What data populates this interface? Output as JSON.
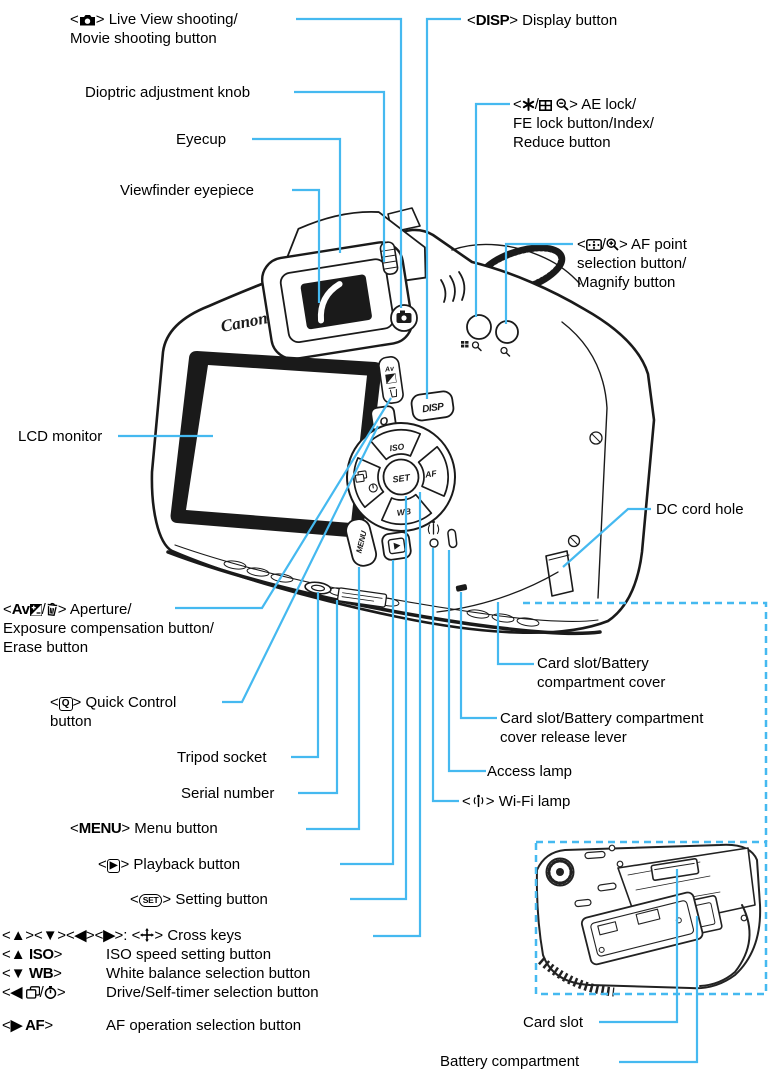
{
  "colors": {
    "leader": "#45b9f0",
    "ink": "#1a1a1a",
    "bg": "#ffffff"
  },
  "camera": {
    "brand": "Canon",
    "buttons": {
      "disp": "DISP",
      "menu": "MENU",
      "iso": "ISO",
      "wb": "WB",
      "af": "AF",
      "set": "SET",
      "q": "Q",
      "av": "Av"
    }
  },
  "labels": [
    {
      "id": "live-view",
      "lines": [
        [
          {
            "t": "<"
          },
          {
            "i": "live-view-icon"
          },
          {
            "t": "> Live View shooting/"
          }
        ],
        [
          {
            "t": "Movie shooting button"
          }
        ]
      ]
    },
    {
      "id": "dioptric",
      "lines": [
        [
          {
            "t": "Dioptric adjustment knob"
          }
        ]
      ]
    },
    {
      "id": "eyecup",
      "lines": [
        [
          {
            "t": "Eyecup"
          }
        ]
      ]
    },
    {
      "id": "viewfinder",
      "lines": [
        [
          {
            "t": "Viewfinder eyepiece"
          }
        ]
      ]
    },
    {
      "id": "disp",
      "lines": [
        [
          {
            "t": "<"
          },
          {
            "k": "DISP"
          },
          {
            "t": "> Display button"
          }
        ]
      ]
    },
    {
      "id": "ae-lock",
      "lines": [
        [
          {
            "t": "<"
          },
          {
            "i": "ae-lock-star-icon"
          },
          {
            "t": "/"
          },
          {
            "i": "index-icon"
          },
          {
            "t": " "
          },
          {
            "i": "reduce-icon"
          },
          {
            "t": "> AE lock/"
          }
        ],
        [
          {
            "t": "FE lock button/Index/"
          }
        ],
        [
          {
            "t": "Reduce button"
          }
        ]
      ]
    },
    {
      "id": "af-point",
      "lines": [
        [
          {
            "t": "<"
          },
          {
            "i": "af-point-icon"
          },
          {
            "t": "/"
          },
          {
            "i": "magnify-icon"
          },
          {
            "t": "> AF point"
          }
        ],
        [
          {
            "t": "selection button/"
          }
        ],
        [
          {
            "t": "Magnify button"
          }
        ]
      ]
    },
    {
      "id": "lcd",
      "lines": [
        [
          {
            "t": "LCD monitor"
          }
        ]
      ]
    },
    {
      "id": "dc-cord",
      "lines": [
        [
          {
            "t": "DC cord hole"
          }
        ]
      ]
    },
    {
      "id": "aperture",
      "lines": [
        [
          {
            "t": "<"
          },
          {
            "k": "Av"
          },
          {
            "i": "exposure-comp-icon"
          },
          {
            "t": "/"
          },
          {
            "i": "erase-icon"
          },
          {
            "t": "> Aperture/"
          }
        ],
        [
          {
            "t": "Exposure compensation button/"
          }
        ],
        [
          {
            "t": "Erase button"
          }
        ]
      ]
    },
    {
      "id": "quick-control",
      "lines": [
        [
          {
            "t": "<"
          },
          {
            "b": "Q"
          },
          {
            "t": "> Quick Control"
          }
        ],
        [
          {
            "t": "button"
          }
        ]
      ]
    },
    {
      "id": "tripod",
      "lines": [
        [
          {
            "t": "Tripod socket"
          }
        ]
      ]
    },
    {
      "id": "serial",
      "lines": [
        [
          {
            "t": "Serial number"
          }
        ]
      ]
    },
    {
      "id": "menu",
      "lines": [
        [
          {
            "t": "<"
          },
          {
            "k": "MENU"
          },
          {
            "t": "> Menu button"
          }
        ]
      ]
    },
    {
      "id": "playback",
      "lines": [
        [
          {
            "t": "<"
          },
          {
            "b": "▶"
          },
          {
            "t": "> Playback button"
          }
        ]
      ]
    },
    {
      "id": "setting",
      "lines": [
        [
          {
            "t": "<"
          },
          {
            "o": "SET"
          },
          {
            "t": "> Setting button"
          }
        ]
      ]
    },
    {
      "id": "cross-keys",
      "lines": [
        [
          {
            "t": "<"
          },
          {
            "k": "▲"
          },
          {
            "t": "><"
          },
          {
            "k": "▼"
          },
          {
            "t": "><"
          },
          {
            "k": "◀"
          },
          {
            "t": "><"
          },
          {
            "k": "▶"
          },
          {
            "t": ">: <"
          },
          {
            "i": "multi-controller-icon"
          },
          {
            "t": "> Cross keys"
          }
        ],
        [
          {
            "kc": [
              {
                "t": "<"
              },
              {
                "k": "▲ ISO"
              },
              {
                "t": ">"
              }
            ]
          },
          {
            "t": "ISO speed setting button"
          }
        ],
        [
          {
            "kc": [
              {
                "t": "<"
              },
              {
                "k": "▼ WB"
              },
              {
                "t": ">"
              }
            ]
          },
          {
            "t": "White balance selection button"
          }
        ],
        [
          {
            "kc": [
              {
                "t": "<"
              },
              {
                "k": "◀ "
              },
              {
                "i": "drive-icon"
              },
              {
                "t": "/"
              },
              {
                "i": "self-timer-icon"
              },
              {
                "t": ">"
              }
            ]
          },
          {
            "t": "Drive/Self-timer selection button"
          }
        ],
        [
          {
            "gap": true
          },
          {
            "kc": [
              {
                "t": "<"
              },
              {
                "k": "▶ AF"
              },
              {
                "t": ">"
              }
            ]
          },
          {
            "t": "AF operation selection button"
          }
        ]
      ]
    },
    {
      "id": "wifi",
      "lines": [
        [
          {
            "t": "<"
          },
          {
            "i": "wifi-icon"
          },
          {
            "t": "> Wi-Fi lamp"
          }
        ]
      ]
    },
    {
      "id": "access",
      "lines": [
        [
          {
            "t": "Access lamp"
          }
        ]
      ]
    },
    {
      "id": "release-lever",
      "lines": [
        [
          {
            "t": "Card slot/Battery compartment"
          }
        ],
        [
          {
            "t": "cover release lever"
          }
        ]
      ]
    },
    {
      "id": "cover",
      "lines": [
        [
          {
            "t": "Card slot/Battery"
          }
        ],
        [
          {
            "t": "compartment cover"
          }
        ]
      ]
    },
    {
      "id": "card-slot",
      "lines": [
        [
          {
            "t": "Card slot"
          }
        ]
      ]
    },
    {
      "id": "battery",
      "lines": [
        [
          {
            "t": "Battery compartment"
          }
        ]
      ]
    }
  ]
}
